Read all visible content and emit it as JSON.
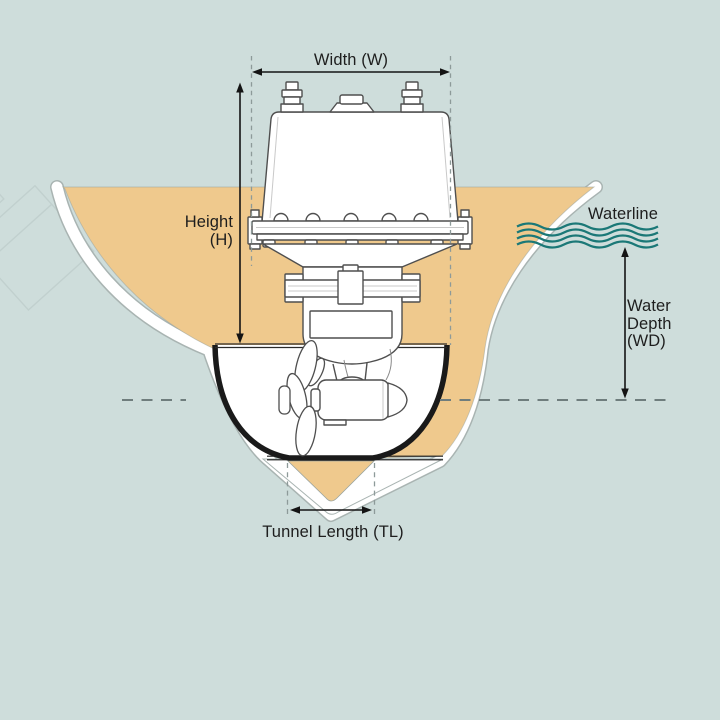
{
  "diagram": {
    "type": "bow-thruster-installation-dimension-diagram",
    "labels": {
      "width": "Width (W)",
      "height_line1": "Height",
      "height_line2": "(H)",
      "waterline": "Waterline",
      "water_depth_line1": "Water",
      "water_depth_line2": "Depth",
      "water_depth_line3": "(WD)",
      "tunnel_length": "Tunnel Length (TL)"
    },
    "colors": {
      "background": "#cedddb",
      "hull_interior": "#efc98d",
      "hull_skin": "#ffffff",
      "tunnel_outline": "#1a1a1a",
      "waterline_teal": "#1b7877",
      "dimension_dash_gray": "#8d9a99",
      "seabed_dash_gray": "#6f7d7d",
      "machine_line_gray": "#4f4f4f",
      "text": "#1e1e1e"
    }
  }
}
